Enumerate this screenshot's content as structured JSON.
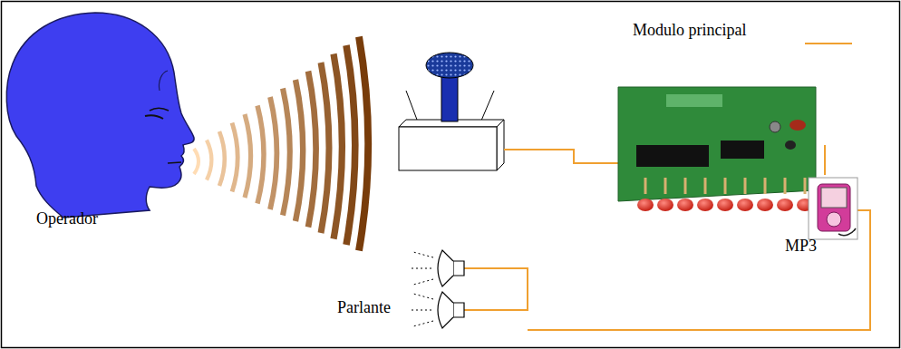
{
  "diagram": {
    "labels": [
      "Operador",
      "Modulo principal",
      "MP3",
      "Parlante"
    ]
  }
}
